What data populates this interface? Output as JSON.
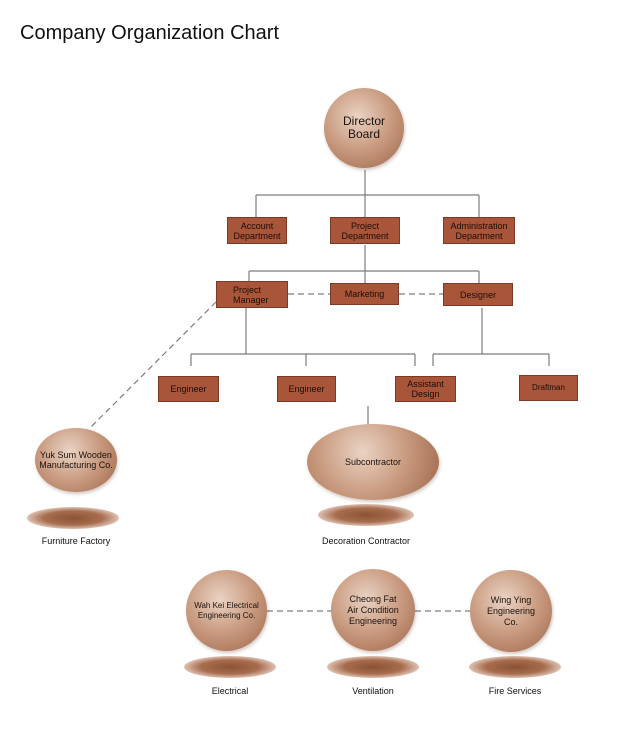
{
  "title": "Company Organization Chart",
  "nodes": {
    "director_board": "Director\nBoard",
    "account_department": "Account\nDepartment",
    "project_department": "Project\nDepartment",
    "administration_department": "Administration\nDepartment",
    "project_manager": "Project\nManager",
    "marketing": "Marketing",
    "designer": "Designer",
    "engineer_1": "Engineer",
    "engineer_2": "Engineer",
    "assistant_design": "Assistant\nDesign",
    "draftman": "Draftman",
    "subcontractor": "Subcontractor",
    "yuk_sum": "Yuk  Sum Wooden\nManufacturing Co.",
    "wah_kei": "Wah Kei Electrical\nEngineering Co.",
    "cheong_fat": "Cheong Fat\nAir Condition\nEngineering",
    "wing_ying": "Wing Ying\nEngineering\nCo."
  },
  "captions": {
    "furniture_factory": "Furniture Factory",
    "decoration_contractor": "Decoration Contractor",
    "electrical": "Electrical",
    "ventilation": "Ventilation",
    "fire_services": "Fire Services"
  },
  "colors": {
    "box_fill": "#a9553a",
    "connector": "#7d7d7d"
  }
}
